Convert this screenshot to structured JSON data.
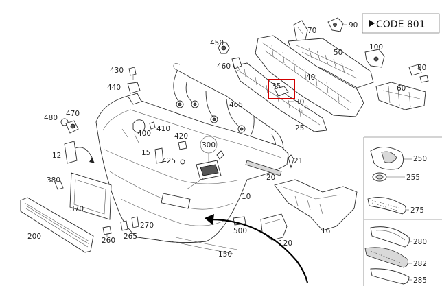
{
  "code_label": "CODE 801",
  "callouts": {
    "c90": "90",
    "c70": "70",
    "c50": "50",
    "c100": "100",
    "c80": "80",
    "c60": "60",
    "c450": "450",
    "c460": "460",
    "c40": "40",
    "c35": "35",
    "c30": "30",
    "c25": "25",
    "c430": "430",
    "c440": "440",
    "c465": "465",
    "c480": "480",
    "c470": "470",
    "c400": "400",
    "c410": "410",
    "c420": "420",
    "c425": "425",
    "c15": "15",
    "c300": "300",
    "c12": "12",
    "c21": "21",
    "c20": "20",
    "c10": "10",
    "c380": "380",
    "c370": "370",
    "c200": "200",
    "c260": "260",
    "c265": "265",
    "c270": "270",
    "c500": "500",
    "c120": "120",
    "c16": "16",
    "c150": "150",
    "c250": "250",
    "c255": "255",
    "c275": "275",
    "c280": "280",
    "c282": "282",
    "c285": "285"
  },
  "highlight_part": "35",
  "colors": {
    "highlight": "#d10000",
    "line": "#2a2a2a",
    "background": "#ffffff"
  }
}
